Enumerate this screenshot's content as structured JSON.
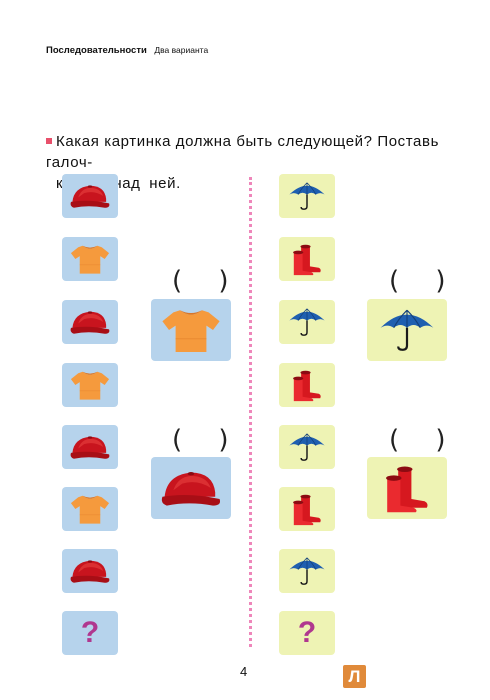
{
  "header": {
    "title": "Последовательности",
    "subtitle": "Два варианта"
  },
  "instruction": {
    "line1": "Какая картинка должна быть следующей? Поставь галоч-",
    "line2": "ку (✓) над ней."
  },
  "question_mark": "?",
  "answer_parens": "( )",
  "page_number": "4",
  "logo_letter": "Л",
  "colors": {
    "blue_card": "#b6d3ec",
    "yellow_card": "#eef3b4",
    "bullet": "#e8506b",
    "question": "#b0378f",
    "divider": "#ee86ba"
  },
  "left_sequence": [
    "cap-icon",
    "tshirt-icon",
    "cap-icon",
    "tshirt-icon",
    "cap-icon",
    "tshirt-icon",
    "cap-icon",
    "question-mark"
  ],
  "left_options": [
    "tshirt-icon",
    "cap-icon"
  ],
  "right_sequence": [
    "umbrella-icon",
    "boots-icon",
    "umbrella-icon",
    "boots-icon",
    "umbrella-icon",
    "boots-icon",
    "umbrella-icon",
    "question-mark"
  ],
  "right_options": [
    "umbrella-icon",
    "boots-icon"
  ]
}
